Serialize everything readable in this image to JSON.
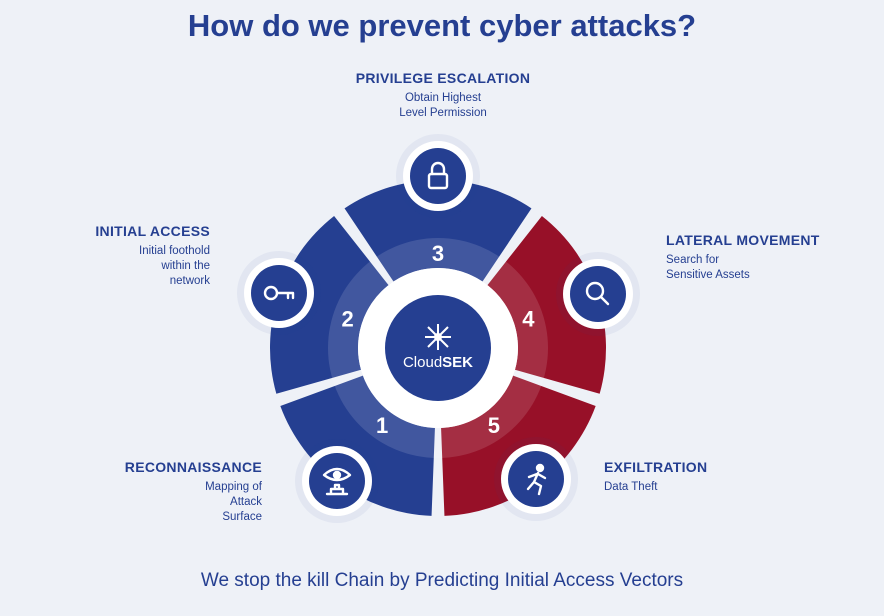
{
  "title": "How do we prevent cyber attacks?",
  "footer": "We stop the kill Chain by Predicting Initial Access Vectors",
  "center": {
    "logo_text_light": "Cloud",
    "logo_text_bold": "SEK",
    "logo_icon": "network-star-icon"
  },
  "colors": {
    "primary": "#253f91",
    "danger": "#971028",
    "background": "#eef1f7",
    "white": "#ffffff"
  },
  "stages": [
    {
      "number": "1",
      "title": "RECONNAISSANCE",
      "description": [
        "Mapping of",
        "Attack",
        "Surface"
      ],
      "icon": "eye-icon",
      "color": "#253f91"
    },
    {
      "number": "2",
      "title": "INITIAL ACCESS",
      "description": [
        "Initial foothold",
        "within the",
        "network"
      ],
      "icon": "key-icon",
      "color": "#253f91"
    },
    {
      "number": "3",
      "title": "PRIVILEGE ESCALATION",
      "description": [
        "Obtain Highest",
        "Level Permission"
      ],
      "icon": "lock-icon",
      "color": "#253f91"
    },
    {
      "number": "4",
      "title": "LATERAL MOVEMENT",
      "description": [
        "Search for",
        "Sensitive Assets"
      ],
      "icon": "search-icon",
      "color": "#971028"
    },
    {
      "number": "5",
      "title": "EXFILTRATION",
      "description": [
        "Data Theft"
      ],
      "icon": "running-person-icon",
      "color": "#971028"
    }
  ]
}
